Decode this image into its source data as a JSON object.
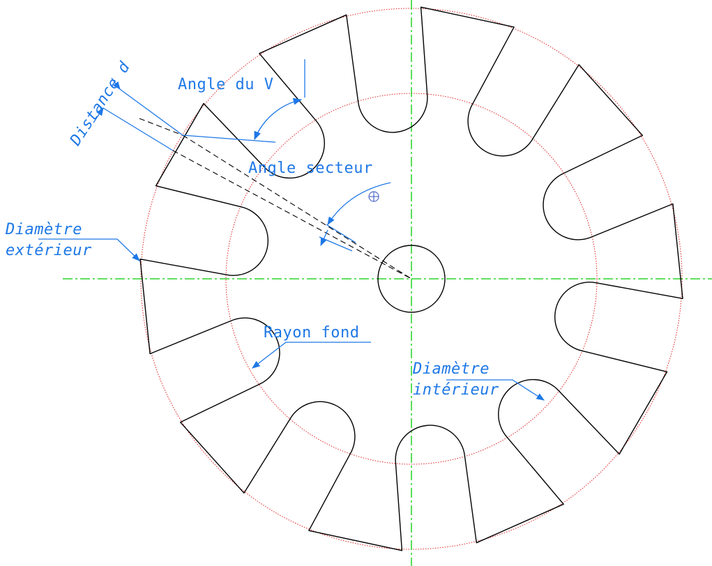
{
  "labels": {
    "distance": "Distance d",
    "angle_v": "Angle du V",
    "angle_secteur": "Angle secteur",
    "diametre_ext_1": "Diamètre",
    "diametre_ext_2": "extérieur",
    "rayon_fond": "Rayon fond",
    "diametre_int_1": "Diamètre",
    "diametre_int_2": "intérieur"
  },
  "gear": {
    "teeth": 10
  },
  "colors": {
    "outline": "#000000",
    "construction_circle": "#e02020",
    "centerline": "#00cc00",
    "annotation": "#1e78e6"
  }
}
